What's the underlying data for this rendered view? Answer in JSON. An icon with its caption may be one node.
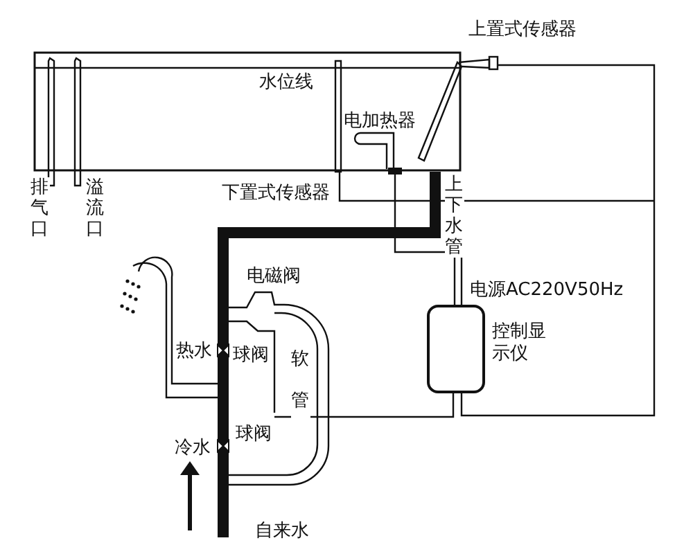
{
  "diagram": {
    "nodes": [
      {
        "text": [
          "控制显示仪"
        ]
      }
    ],
    "edges": [],
    "labels": [
      "上置式传感器",
      "水位线",
      "电加热器",
      "排气口",
      "溢流口",
      "下置式传感器",
      "上下水管",
      "电磁阀",
      "电源AC220V50Hz",
      "热水",
      "球阀",
      "软管",
      "球阀",
      "冷水",
      "自来水"
    ]
  }
}
